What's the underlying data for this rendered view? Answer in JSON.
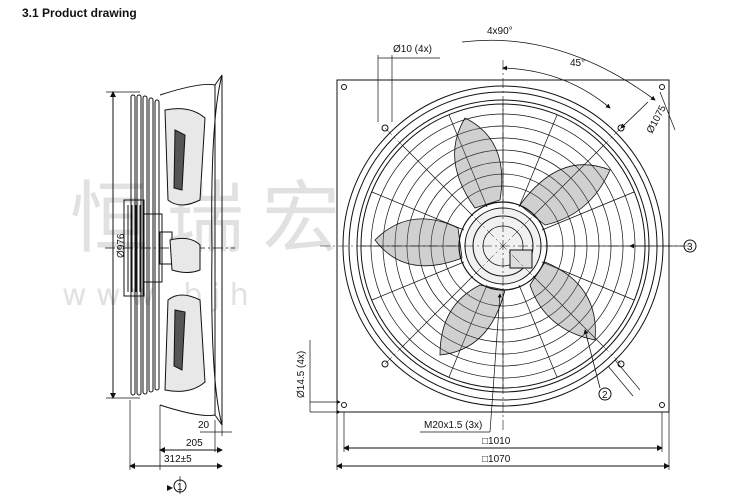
{
  "heading": "3.1 Product drawing",
  "watermark": {
    "chars": "恒瑞宏",
    "url": "w w w . b j h"
  },
  "side_view": {
    "dia_label": "Ø976",
    "dim_20": "20",
    "dim_205": "205",
    "dim_312": "312±5",
    "callout_1": "1"
  },
  "front_view": {
    "hole_label": "Ø10 (4x)",
    "angle_4x90": "4x90°",
    "angle_45": "45°",
    "pcd_label": "Ø1075",
    "callout_3": "3",
    "callout_2": "2",
    "slot_label": "Ø14.5 (4x)",
    "thread_label": "M20x1.5 (3x)",
    "dim_1010": "□1010",
    "dim_1070": "□1070"
  },
  "colors": {
    "line": "#111111",
    "watermark": "#c9c9c9"
  }
}
